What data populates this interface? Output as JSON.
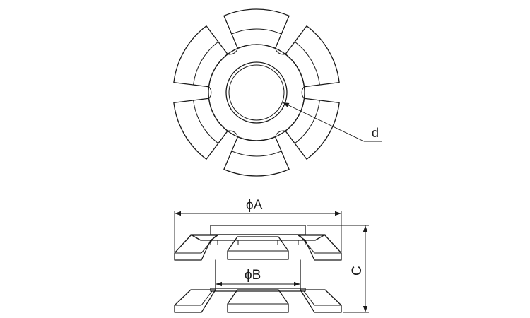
{
  "labels": {
    "d": "d",
    "phi_a": "ϕA",
    "phi_b": "ϕB",
    "c": "C"
  },
  "colors": {
    "line": "#1a1a1a",
    "background": "#ffffff"
  }
}
